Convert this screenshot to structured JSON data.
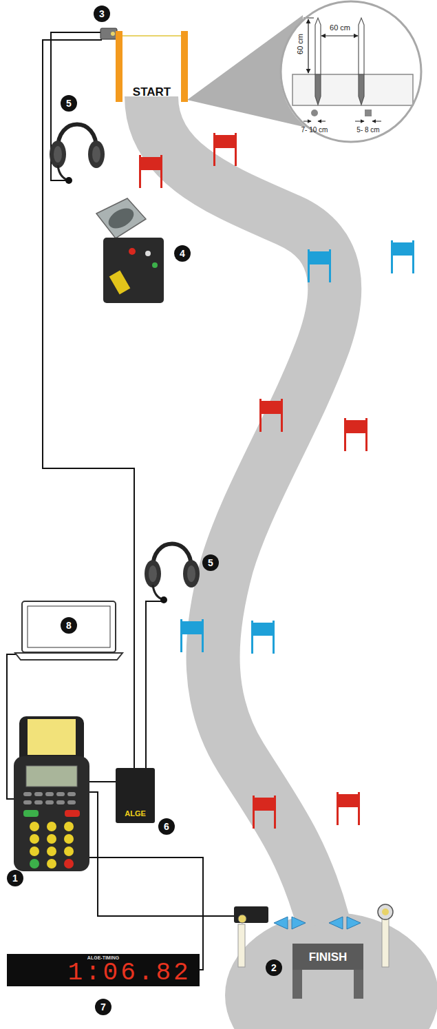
{
  "diagram": {
    "nodes": [
      {
        "text": [
          "60 cm",
          "60 cm",
          "7- 10 cm",
          "5- 8 cm"
        ]
      },
      {
        "text": [
          "START"
        ]
      },
      {
        "text": [
          "FINISH"
        ]
      },
      {
        "text": [
          "ALGE"
        ]
      },
      {
        "text": [
          "ALGE-TIMING",
          "1:06.82"
        ]
      }
    ],
    "labels": [
      "3",
      "5",
      "4",
      "8",
      "5",
      "6",
      "1",
      "2",
      "7"
    ]
  }
}
